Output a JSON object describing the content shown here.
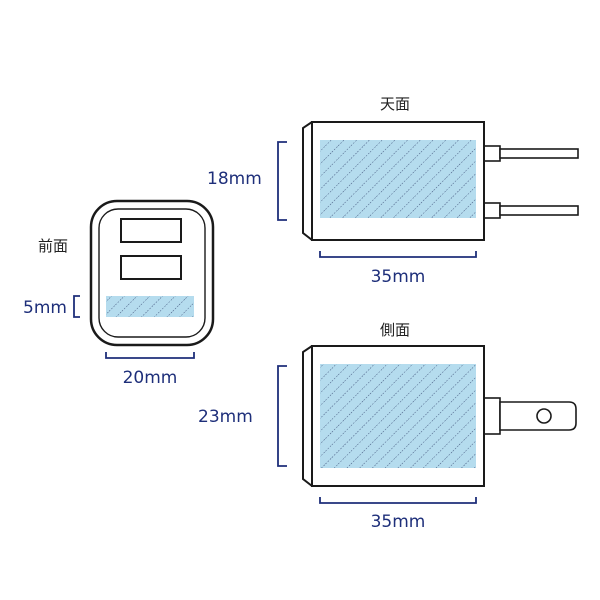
{
  "colors": {
    "outline": "#1a1a1a",
    "dimension_line": "#1e2f7a",
    "dimension_text": "#1e2f7a",
    "print_area_fill": "#b5dcee",
    "print_area_hatch": "#3d4f78",
    "label_text": "#222222"
  },
  "views": {
    "front": {
      "label": "前面",
      "height_dim": "5mm",
      "width_dim": "20mm"
    },
    "top": {
      "label": "天面",
      "height_dim": "18mm",
      "width_dim": "35mm"
    },
    "side": {
      "label": "側面",
      "height_dim": "23mm",
      "width_dim": "35mm"
    }
  }
}
